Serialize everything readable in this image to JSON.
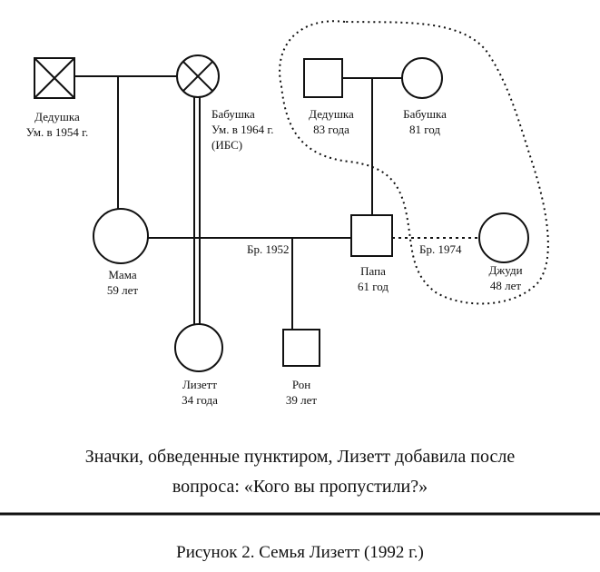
{
  "people": {
    "ded1": {
      "name": "Дедушка",
      "info": "Ум. в 1954 г."
    },
    "bab1": {
      "name": "Бабушка",
      "info": "Ум. в 1964 г.",
      "extra": "(ИБС)"
    },
    "ded2": {
      "name": "Дедушка",
      "info": "83 года"
    },
    "bab2": {
      "name": "Бабушка",
      "info": "81 год"
    },
    "mama": {
      "name": "Мама",
      "info": "59 лет"
    },
    "papa": {
      "name": "Папа",
      "info": "61 год"
    },
    "judy": {
      "name": "Джуди",
      "info": "48 лет"
    },
    "lizett": {
      "name": "Лизетт",
      "info": "34 года"
    },
    "ron": {
      "name": "Рон",
      "info": "39 лет"
    }
  },
  "marriages": {
    "m1952": "Бр. 1952",
    "m1974": "Бр. 1974"
  },
  "caption": {
    "line1": "Значки, обведенные пунктиром, Лизетт добавила после",
    "line2": "вопроса: «Кого вы пропустили?»"
  },
  "figure_title": "Рисунок 2. Семья Лизетт (1992 г.)"
}
